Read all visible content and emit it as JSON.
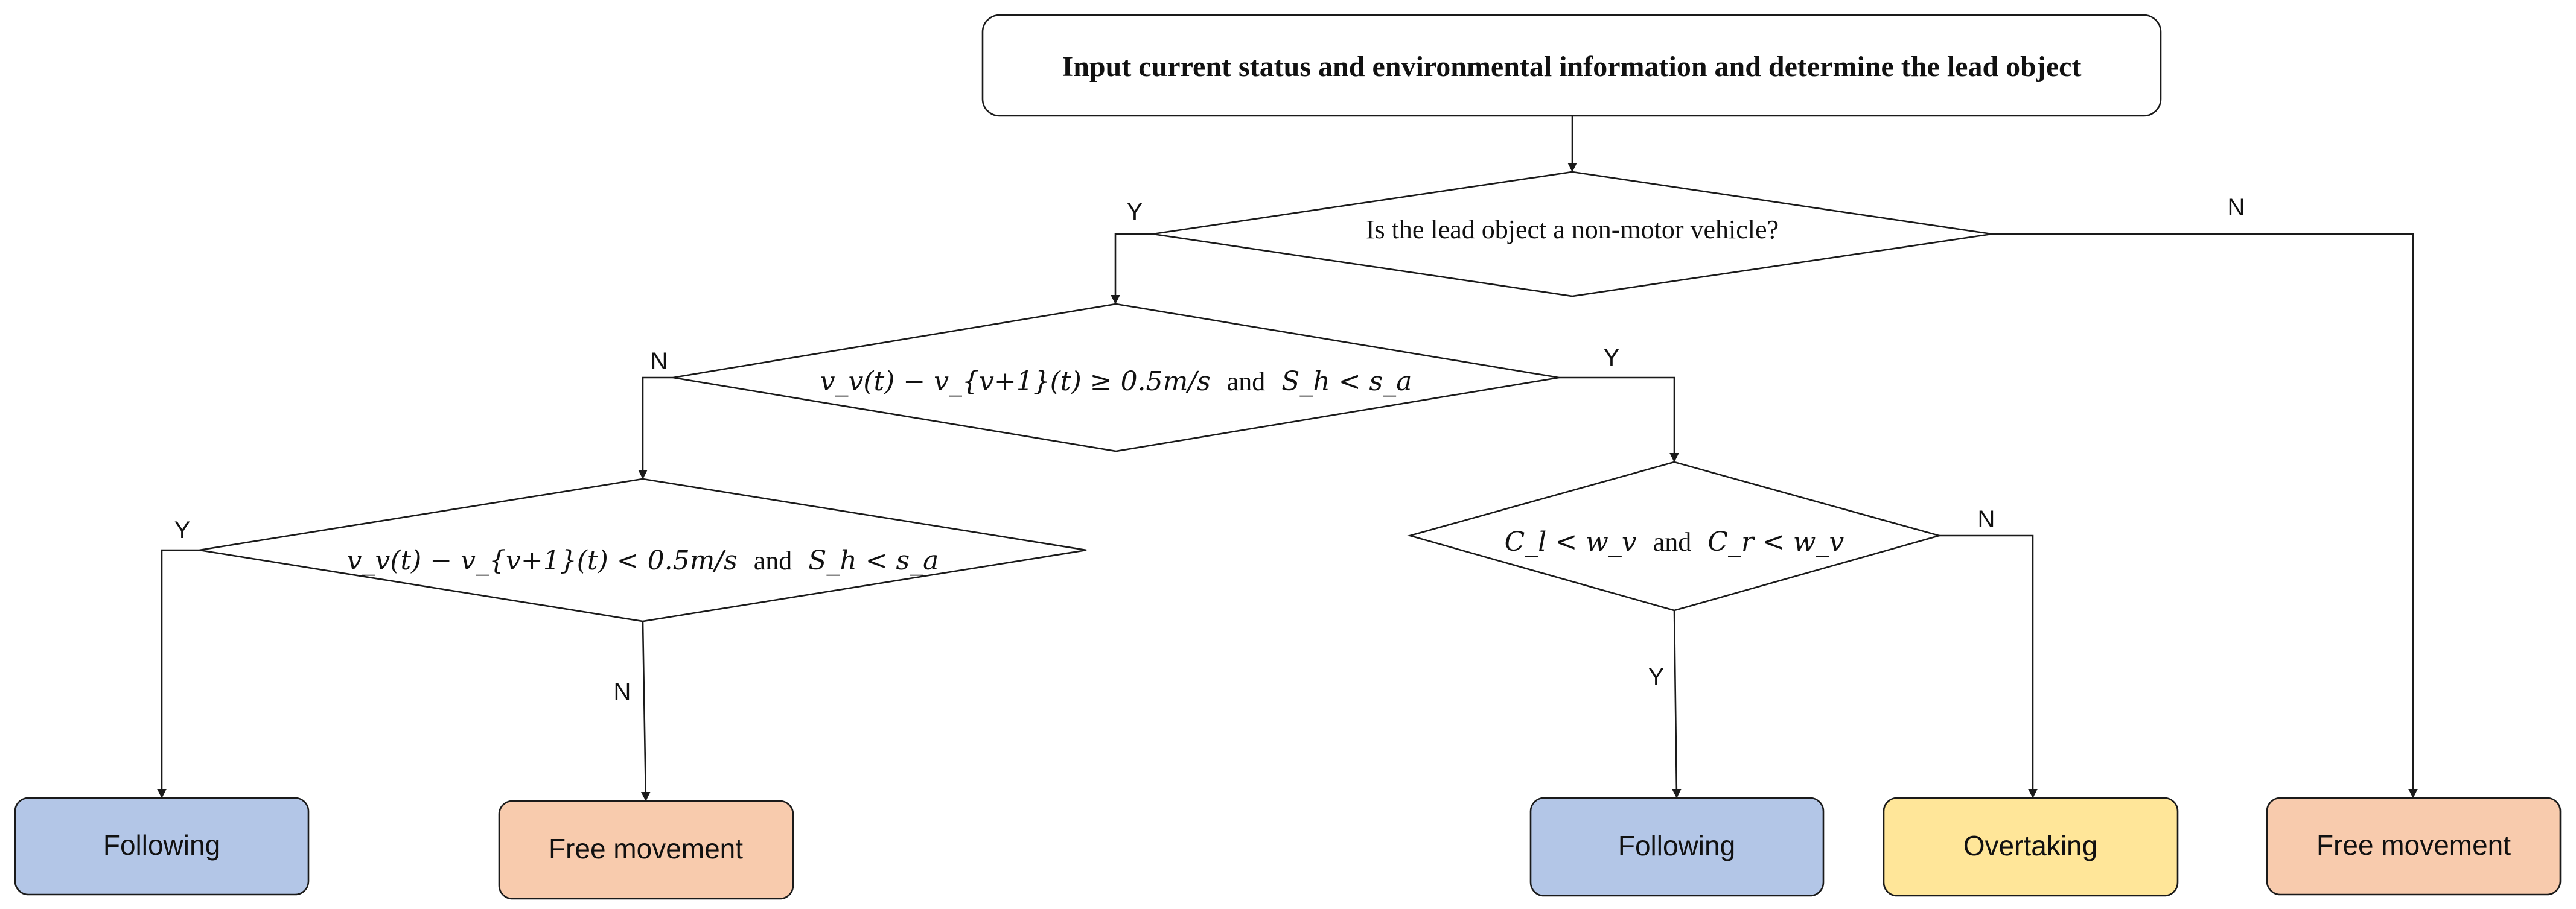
{
  "nodes": {
    "start": {
      "text": "Input current status and environmental information and determine the lead object"
    },
    "decision_nonmotor": {
      "text": "Is the lead object a non-motor vehicle?"
    },
    "decision_speed_ge": {
      "lhs": "v_v(t) − v_{v+1}(t) ≥ 0.5m/s",
      "joiner": "and",
      "rhs": "S_h < s_a"
    },
    "decision_speed_lt": {
      "lhs": "v_v(t) − v_{v+1}(t) < 0.5m/s",
      "joiner": "and",
      "rhs": "S_h < s_a"
    },
    "decision_clearance": {
      "lhs": "C_l < w_v",
      "joiner": "and",
      "rhs": "C_r < w_v"
    },
    "result_following_left": {
      "text": "Following"
    },
    "result_free_left": {
      "text": "Free movement"
    },
    "result_following_right": {
      "text": "Following"
    },
    "result_overtaking": {
      "text": "Overtaking"
    },
    "result_free_right": {
      "text": "Free movement"
    }
  },
  "branch_labels": {
    "nonmotor_yes": "Y",
    "nonmotor_no": "N",
    "speed_ge_no": "N",
    "speed_ge_yes": "Y",
    "speed_lt_yes": "Y",
    "speed_lt_no": "N",
    "clearance_no": "N",
    "clearance_yes": "Y"
  },
  "colors": {
    "following": "#b3c6e7",
    "free_movement": "#f8cbad",
    "overtaking": "#ffe699"
  }
}
